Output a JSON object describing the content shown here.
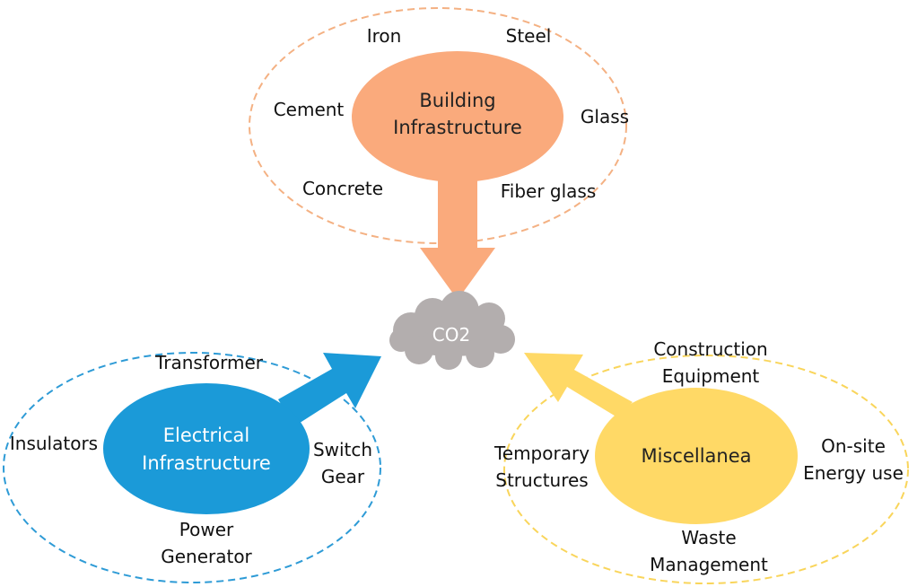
{
  "co2": {
    "label": "CO2"
  },
  "building": {
    "title_line1": "Building",
    "title_line2": "Infrastructure",
    "items": [
      "Iron",
      "Steel",
      "Cement",
      "Glass",
      "Concrete",
      "Fiber glass"
    ]
  },
  "electrical": {
    "title_line1": "Electrical",
    "title_line2": "Infrastructure",
    "items": [
      "Transformer",
      "Insulators",
      "Switch\nGear",
      "Power\nGenerator"
    ]
  },
  "misc": {
    "title": "Miscellanea",
    "items": [
      "Construction\nEquipment",
      "Temporary\nStructures",
      "On-site\nEnergy use",
      "Waste\nManagement"
    ]
  },
  "colors": {
    "building": "#FAAA7C",
    "building_dash": "#F4B183",
    "electrical": "#1B9AD8",
    "electrical_dash": "#2E9BD6",
    "misc": "#FFD966",
    "misc_dash": "#F9D55B",
    "cloud": "#B3AEAE",
    "cloud_text": "#ffffff"
  }
}
